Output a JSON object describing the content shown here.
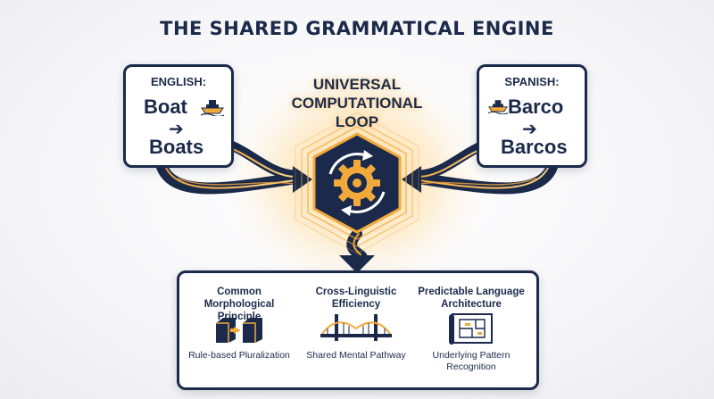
{
  "title": "THE SHARED GRAMMATICAL ENGINE",
  "center": {
    "lines": [
      "UNIVERSAL",
      "COMPUTATIONAL",
      "LOOP"
    ],
    "icon": "gear-cycle-icon"
  },
  "english": {
    "label": "ENGLISH:",
    "singular": "Boat",
    "plural": "Boats",
    "icon": "boat-icon"
  },
  "spanish": {
    "label": "SPANISH:",
    "singular": "Barco",
    "plural": "Barcos",
    "icon": "boat-icon"
  },
  "features": [
    {
      "title": "Common Morphological Principle",
      "subtitle": "Rule-based Pluralization",
      "icon": "cubes-arrow-icon"
    },
    {
      "title": "Cross-Linguistic Efficiency",
      "subtitle": "Shared Mental Pathway",
      "icon": "bridge-icon"
    },
    {
      "title": "Predictable Language Architecture",
      "subtitle": "Underlying Pattern Recognition",
      "icon": "blueprint-icon"
    }
  ],
  "colors": {
    "navy": "#1b2a4a",
    "gold": "#f2a93b",
    "glow": "#ffd38a",
    "background": "#f4f4f6"
  }
}
